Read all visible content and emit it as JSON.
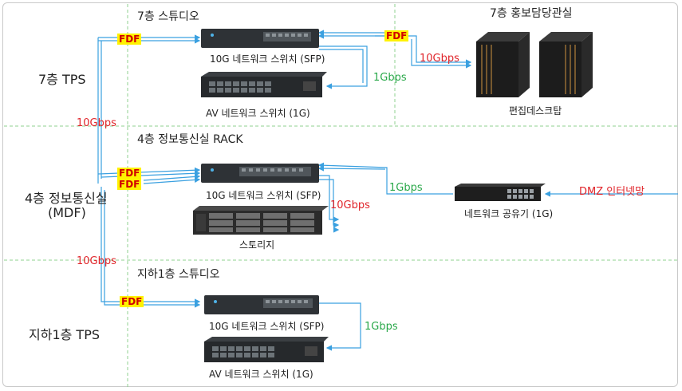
{
  "zones": {
    "studio7": "7층 스튜디오",
    "pr_office7": "7층 홍보담당관실",
    "rack4": "4층 정보통신실 RACK",
    "studio_b1": "지하1층 스튜디오"
  },
  "floors": {
    "tps7": "7층 TPS",
    "mdf4_line1": "4층 정보통신실",
    "mdf4_line2": "(MDF)",
    "tps_b1": "지하1층 TPS"
  },
  "devices": {
    "switch_sfp_7": "10G 네트워크 스위치 (SFP)",
    "switch_av_7": "AV 네트워크 스위치 (1G)",
    "desktop": "편집데스크탑",
    "switch_sfp_4": "10G 네트워크 스위치 (SFP)",
    "storage": "스토리지",
    "router": "네트워크 공유기 (1G)",
    "switch_sfp_b1": "10G 네트워크 스위치 (SFP)",
    "switch_av_b1": "AV 네트워크 스위치 (1G)"
  },
  "fdf": {
    "fdf_7_left": "FDF",
    "fdf_7_right": "FDF",
    "fdf_4_a": "FDF",
    "fdf_4_b": "FDF",
    "fdf_b1": "FDF"
  },
  "links": {
    "g1_7": "1Gbps",
    "g10_desktop": "10Gbps",
    "g10_7_4": "10Gbps",
    "g1_router": "1Gbps",
    "g10_storage": "10Gbps",
    "g10_4_b1": "10Gbps",
    "g1_b1": "1Gbps",
    "dmz": "DMZ 인터넷망"
  },
  "colors": {
    "wire": "#3aa0e0",
    "divider": "#8fd08f",
    "speed_10g": "#e0242a",
    "speed_1g": "#2aa84a",
    "fdf_bg": "#fff200"
  }
}
